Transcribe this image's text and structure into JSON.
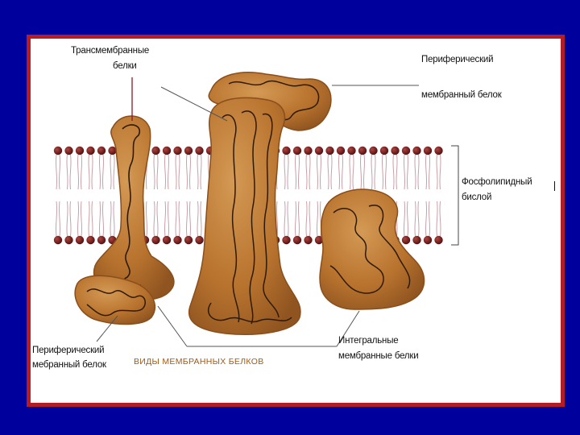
{
  "diagram": {
    "labels": {
      "transmembrane_proteins": [
        "Трансмембранные",
        "белки"
      ],
      "peripheral_protein_top": [
        "Периферический",
        "мембранный белок"
      ],
      "phospholipid_bilayer": [
        "Фосфолипидный",
        "бислой"
      ],
      "peripheral_protein_bottom": [
        "Периферический",
        "мебранный белок"
      ],
      "integral_proteins": [
        "Интегральные",
        "мембранные белки"
      ],
      "figure_title": "ВИДЫ    МЕМБРАННЫХ  БЕЛКОВ"
    },
    "colors": {
      "background": "#00009c",
      "frame": "#b41c26",
      "protein_fill": "#b8732e",
      "protein_outline": "#7a4212",
      "lipid_head": "#6e1a18",
      "lipid_tail": "#c8a0a8"
    }
  }
}
